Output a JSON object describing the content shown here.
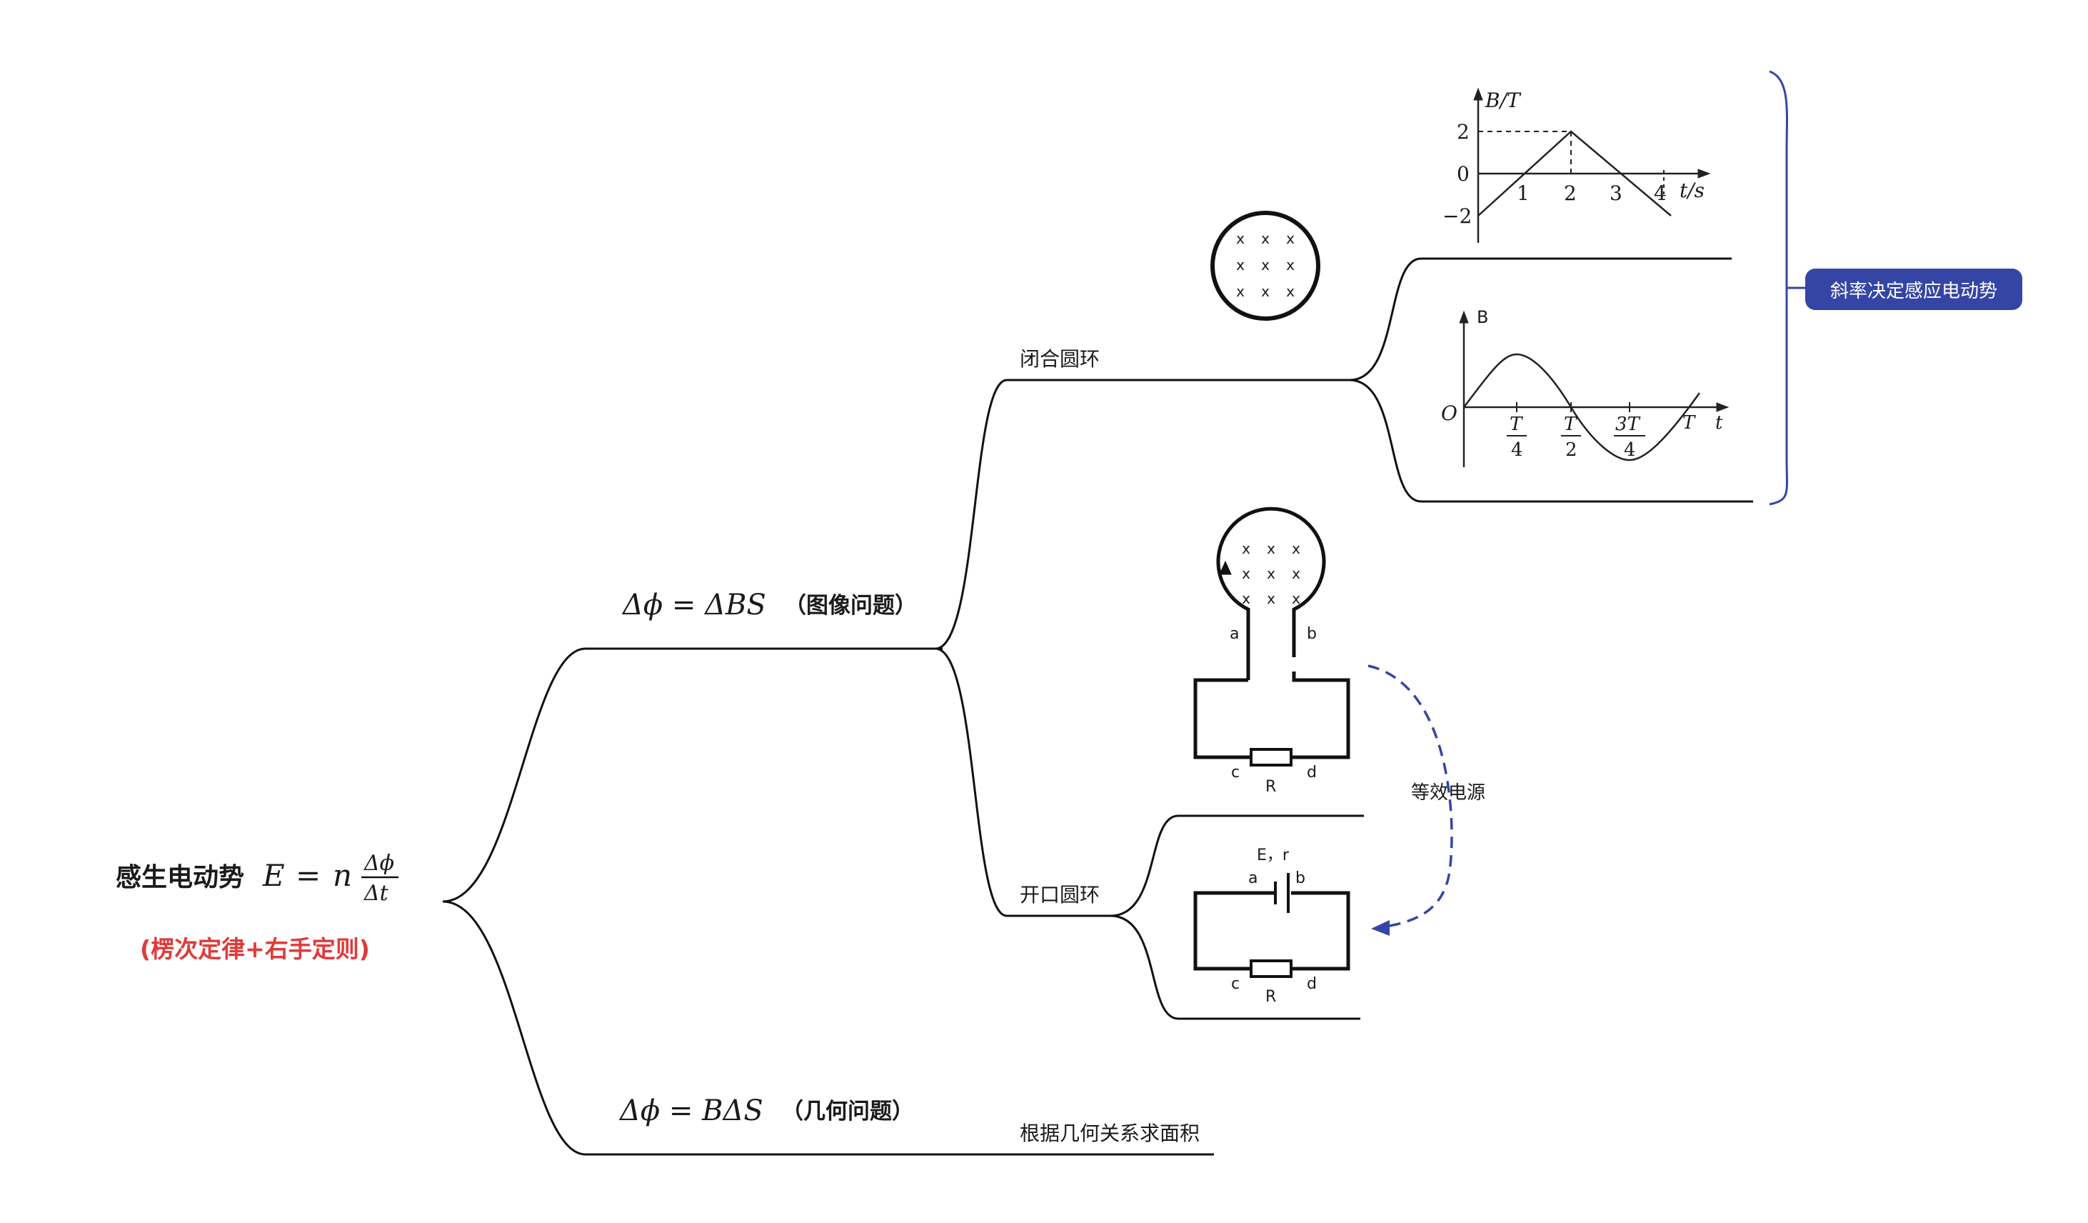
{
  "root": {
    "title": "感生电动势",
    "formula_lhs": "E",
    "formula_eq": "=",
    "formula_n": "n",
    "formula_num": "Δϕ",
    "formula_den": "Δt",
    "subtitle": "(楞次定律+右手定则)"
  },
  "branch_image": {
    "formula": "Δϕ = ΔBS",
    "label": "（图像问题）"
  },
  "branch_geometry": {
    "formula": "Δϕ = BΔS",
    "label": "（几何问题）",
    "child": "根据几何关系求面积"
  },
  "closed_ring": {
    "label": "闭合圆环",
    "field_symbol": "x",
    "graph1": {
      "ylabel": "B/T",
      "xlabel": "t/s",
      "y_ticks": [
        "2",
        "0",
        "−2"
      ],
      "x_ticks": [
        "1",
        "2",
        "3",
        "4"
      ]
    },
    "graph2": {
      "ylabel": "B",
      "xlabel": "t",
      "origin": "O",
      "x_ticks": [
        {
          "num": "T",
          "den": "4"
        },
        {
          "num": "T",
          "den": "2"
        },
        {
          "num": "3T",
          "den": "4"
        }
      ],
      "x_end": "T"
    },
    "summary": "斜率决定感应电动势"
  },
  "open_ring": {
    "label": "开口圆环",
    "circuit1": {
      "a": "a",
      "b": "b",
      "c": "c",
      "d": "d",
      "R": "R"
    },
    "equivalent_label": "等效电源",
    "circuit2": {
      "source": "E，r",
      "a": "a",
      "b": "b",
      "c": "c",
      "d": "d",
      "R": "R"
    }
  },
  "colors": {
    "line": "#111111",
    "subtitle": "#e03a3a",
    "badge": "#3545a6",
    "bracket": "#3545a6",
    "dashed_arrow": "#3545a6"
  }
}
